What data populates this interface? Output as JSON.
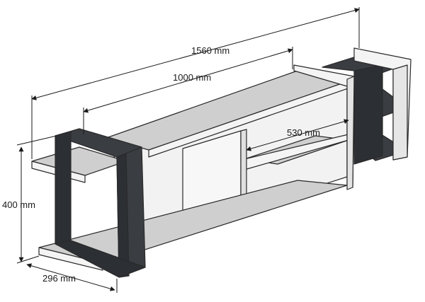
{
  "dimensions": {
    "total_width": "1560 mm",
    "middle_width": "1000 mm",
    "shelf_width": "530 mm",
    "height": "400 mm",
    "depth": "296 mm"
  },
  "colors": {
    "dark_panel": "#3a3d42",
    "dark_panel_side": "#2c2f33",
    "white_panel": "#f4f4f4",
    "white_side": "#dedede",
    "shelf_top": "#cfcfcf",
    "line": "#1a1a1a"
  }
}
